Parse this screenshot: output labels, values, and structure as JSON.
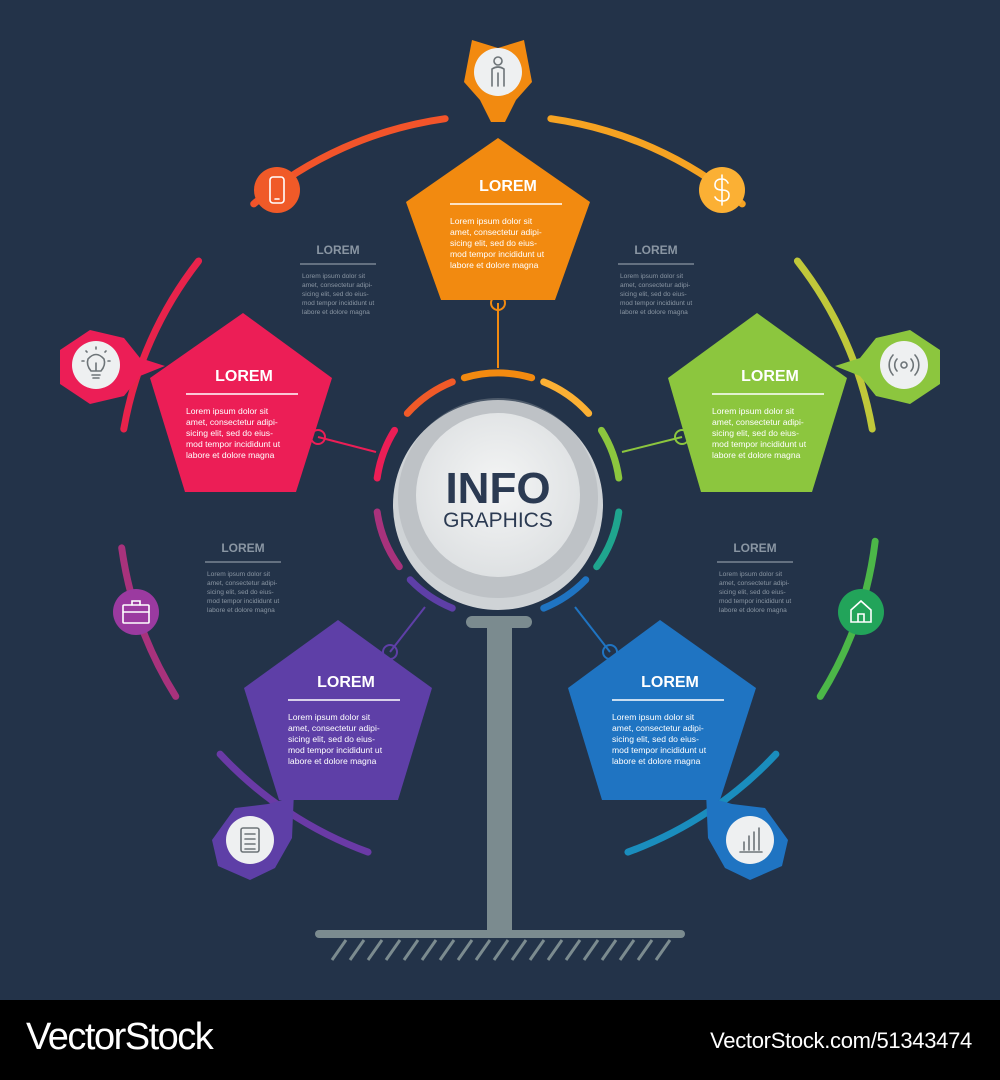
{
  "center": {
    "title": "INFO",
    "subtitle": "GRAPHICS"
  },
  "blocks": [
    {
      "id": "top",
      "color": "#f28a10",
      "icon": "person-icon",
      "title": "LOREM",
      "lines": [
        "Lorem ipsum dolor sit",
        "amet, consectetur adipi-",
        "sicing elit, sed do eius-",
        "mod tempor incididunt ut",
        "labore et dolore magna"
      ]
    },
    {
      "id": "left",
      "color": "#ec1e56",
      "icon": "lightbulb-icon",
      "title": "LOREM",
      "lines": [
        "Lorem ipsum dolor sit",
        "amet, consectetur adipi-",
        "sicing elit, sed do eius-",
        "mod tempor incididunt ut",
        "labore et dolore magna"
      ]
    },
    {
      "id": "right",
      "color": "#8cc63e",
      "icon": "wifi-signal-icon",
      "title": "LOREM",
      "lines": [
        "Lorem ipsum dolor sit",
        "amet, consectetur adipi-",
        "sicing elit, sed do eius-",
        "mod tempor incididunt ut",
        "labore et dolore magna"
      ]
    },
    {
      "id": "bottom-left",
      "color": "#5e3fa7",
      "icon": "document-icon",
      "title": "LOREM",
      "lines": [
        "Lorem ipsum dolor sit",
        "amet, consectetur adipi-",
        "sicing elit, sed do eius-",
        "mod tempor incididunt ut",
        "labore et dolore magna"
      ]
    },
    {
      "id": "bottom-right",
      "color": "#1f74c2",
      "icon": "bar-chart-icon",
      "title": "LOREM",
      "lines": [
        "Lorem ipsum dolor sit",
        "amet, consectetur adipi-",
        "sicing elit, sed do eius-",
        "mod tempor incididunt ut",
        "labore et dolore magna"
      ]
    }
  ],
  "ring_icons": [
    {
      "name": "smartphone-icon",
      "color": "#f05a28"
    },
    {
      "name": "dollar-icon",
      "color": "#fbb034"
    },
    {
      "name": "briefcase-icon",
      "color": "#9b3aa0"
    },
    {
      "name": "home-icon",
      "color": "#22a45a"
    }
  ],
  "notes": [
    {
      "id": "upper-left",
      "title": "LOREM",
      "lines": [
        "Lorem ipsum dolor sit",
        "amet, consectetur adipi-",
        "sicing elit, sed do eius-",
        "mod tempor incididunt ut",
        "labore et dolore magna"
      ]
    },
    {
      "id": "upper-right",
      "title": "LOREM",
      "lines": [
        "Lorem ipsum dolor sit",
        "amet, consectetur adipi-",
        "sicing elit, sed do eius-",
        "mod tempor incididunt ut",
        "labore et dolore magna"
      ]
    },
    {
      "id": "lower-left",
      "title": "LOREM",
      "lines": [
        "Lorem ipsum dolor sit",
        "amet, consectetur adipi-",
        "sicing elit, sed do eius-",
        "mod tempor incididunt ut",
        "labore et dolore magna"
      ]
    },
    {
      "id": "lower-right",
      "title": "LOREM",
      "lines": [
        "Lorem ipsum dolor sit",
        "amet, consectetur adipi-",
        "sicing elit, sed do eius-",
        "mod tempor incididunt ut",
        "labore et dolore magna"
      ]
    }
  ],
  "footer": {
    "brand": "VectorStock",
    "url": "VectorStock.com/51343474"
  },
  "colors": {
    "background": "#233349",
    "stand": "#7b8b8f",
    "note_text": "#8a96a3"
  }
}
